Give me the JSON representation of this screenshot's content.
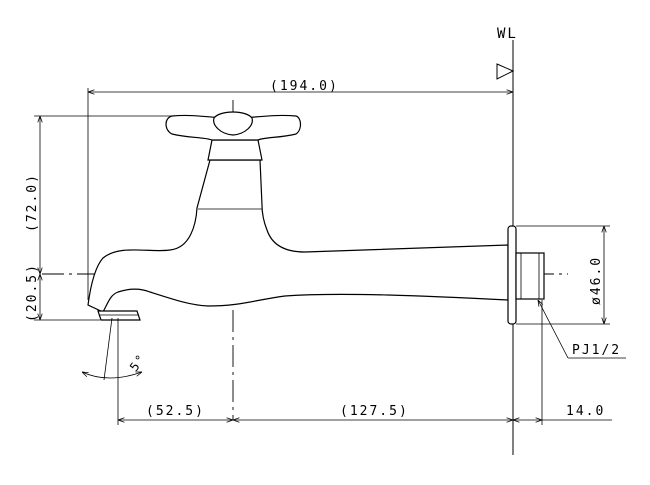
{
  "labels": {
    "wl": "WL",
    "overall_length": "(194.0)",
    "handle_height": "(72.0)",
    "spout_offset": "(20.5)",
    "spout_reach": "(52.5)",
    "body_length": "(127.5)",
    "thread_length": "14.0",
    "diameter": "ø46.0",
    "thread_spec": "PJ1/2",
    "angle": "5°"
  }
}
